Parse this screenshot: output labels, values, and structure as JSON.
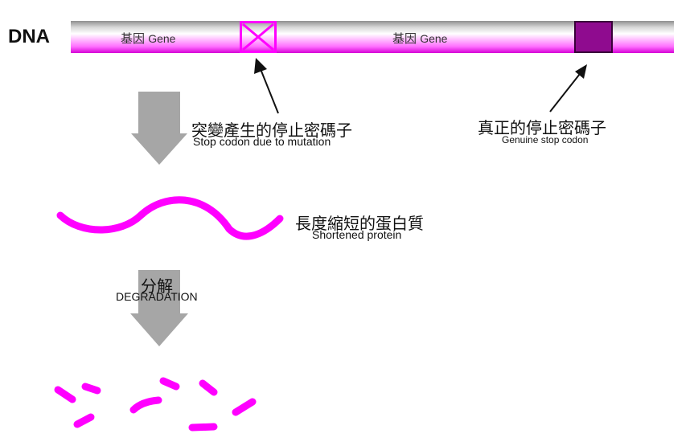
{
  "dna": {
    "label": "DNA",
    "gene_labels": [
      {
        "zh": "基因",
        "en": "Gene"
      },
      {
        "zh": "基因",
        "en": "Gene"
      }
    ]
  },
  "mutation_stop": {
    "zh": "突變產生的停止密碼子",
    "en": "Stop codon due to mutation"
  },
  "genuine_stop": {
    "zh": "真正的停止密碼子",
    "en": "Genuine stop codon"
  },
  "shortened_protein": {
    "zh": "長度縮短的蛋白質",
    "en": "Shortened protein"
  },
  "degradation": {
    "zh": "分解",
    "en": "DEGRADATION"
  },
  "colors": {
    "magenta": "#ff00ff",
    "dark_purple": "#8f0b8f",
    "arrow_gray": "#a6a6a6"
  }
}
